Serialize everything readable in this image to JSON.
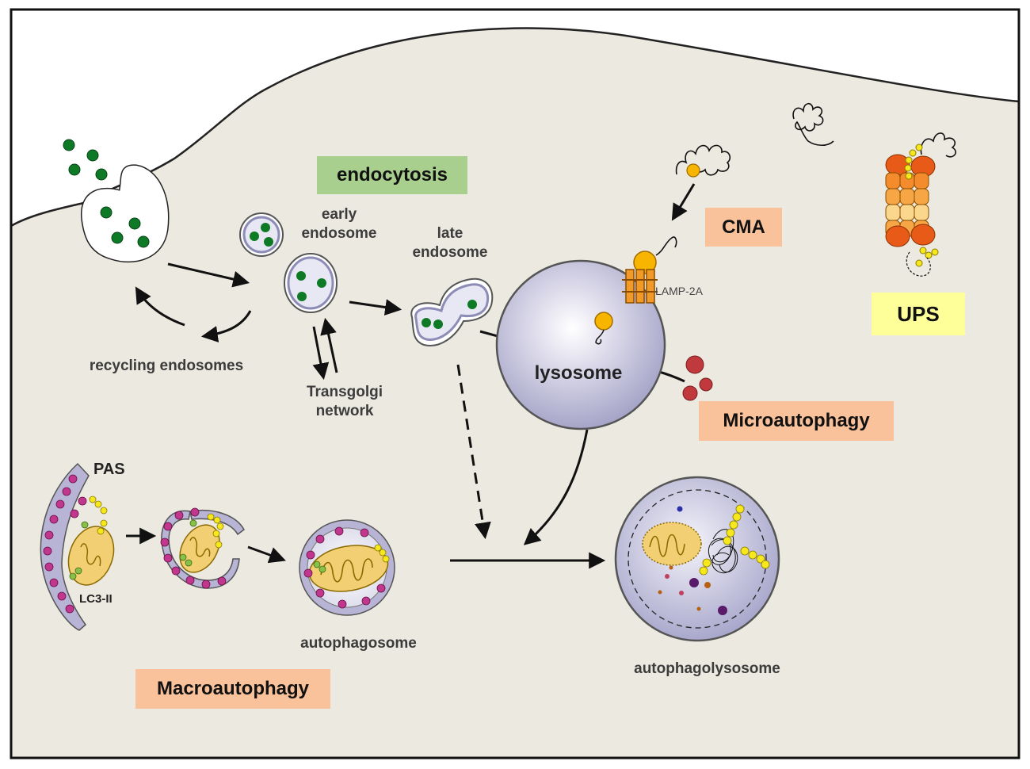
{
  "colors": {
    "cell_background": "#ece9e0",
    "outside": "#ffffff",
    "endocytosis_box": "#a9cf8e",
    "cma_box": "#f9c29b",
    "microautophagy_box": "#f9c29b",
    "macroautophagy_box": "#f9c29b",
    "ups_box": "#ffff99",
    "vesicle_cargo": "#0f7a25",
    "lysosome": "#bbbad8",
    "lc3_marker": "#c0378d",
    "mitochondrion": "#f2cf72",
    "lamp2a": "#f29a28"
  },
  "boxes": {
    "endocytosis": "endocytosis",
    "cma": "CMA",
    "ups": "UPS",
    "microautophagy": "Microautophagy",
    "macroautophagy": "Macroautophagy"
  },
  "labels": {
    "early_endosome": "early\nendosome",
    "late_endosome": "late\nendosome",
    "recycling_endosomes": "recycling endosomes",
    "transgolgi_network": "Transgolgi\nnetwork",
    "lysosome": "lysosome",
    "lamp2a": "LAMP-2A",
    "pas": "PAS",
    "lc3": "LC3-II",
    "autophagosome": "autophagosome",
    "autophagolysosome": "autophagolysosome"
  },
  "icons": [
    "endocytic-pit-icon",
    "early-endosome-icon",
    "late-endosome-icon",
    "lysosome-icon",
    "lamp2a-receptor-icon",
    "proteasome-icon",
    "unfolded-protein-icon",
    "mitochondrion-icon",
    "phagophore-icon",
    "autophagosome-icon",
    "autophagolysosome-icon",
    "arrow-icon"
  ]
}
